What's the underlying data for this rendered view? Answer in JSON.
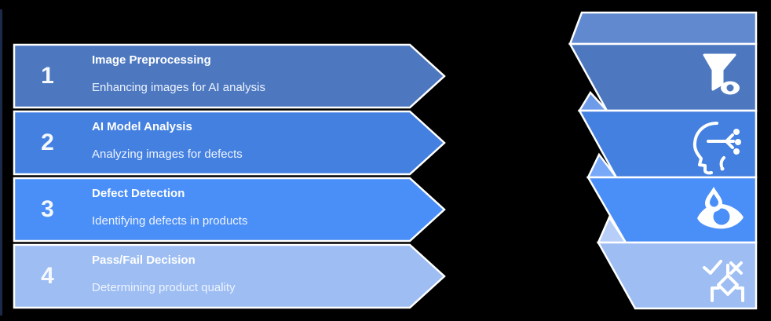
{
  "diagram": {
    "background_color": "#000000",
    "divider_color": "#ffffff",
    "left_stripe_color": "#1b2a4a",
    "steps": [
      {
        "number": "1",
        "title": "Image Preprocessing",
        "subtitle": "Enhancing images for AI analysis",
        "color": "#4d78c0",
        "fold_color": "#6189cf",
        "icon": "filter-eye-icon"
      },
      {
        "number": "2",
        "title": "AI Model Analysis",
        "subtitle": "Analyzing images for defects",
        "color": "#4480e0",
        "fold_color": "#6f9ce9",
        "icon": "ai-head-circuit-icon"
      },
      {
        "number": "3",
        "title": "Defect Detection",
        "subtitle": "Identifying defects in products",
        "color": "#4a8ef7",
        "fold_color": "#77a9f8",
        "icon": "droplet-eye-icon"
      },
      {
        "number": "4",
        "title": "Pass/Fail Decision",
        "subtitle": "Determining product quality",
        "color": "#9dbdf3",
        "fold_color": "#b7cef8",
        "icon": "pass-fail-check-x-icon"
      }
    ]
  }
}
